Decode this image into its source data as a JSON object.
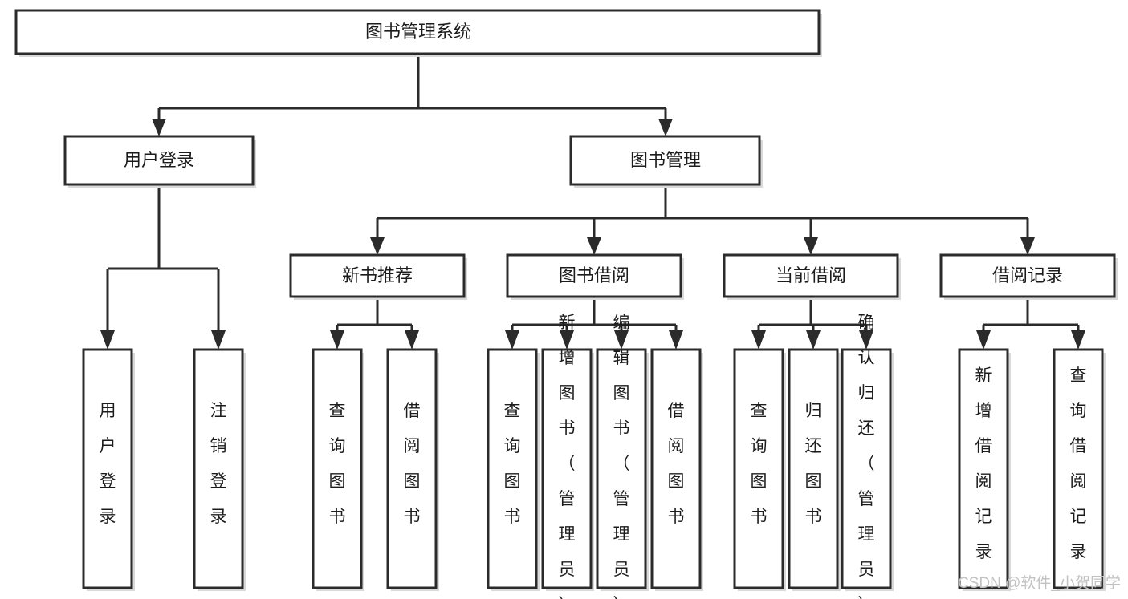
{
  "diagram": {
    "title": "图书管理系统",
    "type": "tree-hierarchy",
    "colors": {
      "box_stroke": "#2b2b2b",
      "box_fill": "#ffffff",
      "connector": "#2b2b2b",
      "text": "#1c1c1c",
      "watermark": "#c2c2c2"
    },
    "root": {
      "label": "图书管理系统"
    },
    "level2": [
      {
        "label": "用户登录"
      },
      {
        "label": "图书管理"
      }
    ],
    "level3": [
      {
        "label": "新书推荐"
      },
      {
        "label": "图书借阅"
      },
      {
        "label": "当前借阅"
      },
      {
        "label": "借阅记录"
      }
    ],
    "leaves": {
      "user_login": [
        {
          "label": "用户登录"
        },
        {
          "label": "注销登录"
        }
      ],
      "new_book_recommend": [
        {
          "label": "查询图书"
        },
        {
          "label": "借阅图书"
        }
      ],
      "book_borrow": [
        {
          "label": "查询图书"
        },
        {
          "label": "新增图书（管理员）"
        },
        {
          "label": "编辑图书（管理员）"
        },
        {
          "label": "借阅图书"
        }
      ],
      "current_borrow": [
        {
          "label": "查询图书"
        },
        {
          "label": "归还图书"
        },
        {
          "label": "确认归还（管理员）"
        }
      ],
      "borrow_record": [
        {
          "label": "新增借阅记录"
        },
        {
          "label": "查询借阅记录"
        }
      ]
    },
    "watermark": "CSDN @软件_小贺同学"
  }
}
